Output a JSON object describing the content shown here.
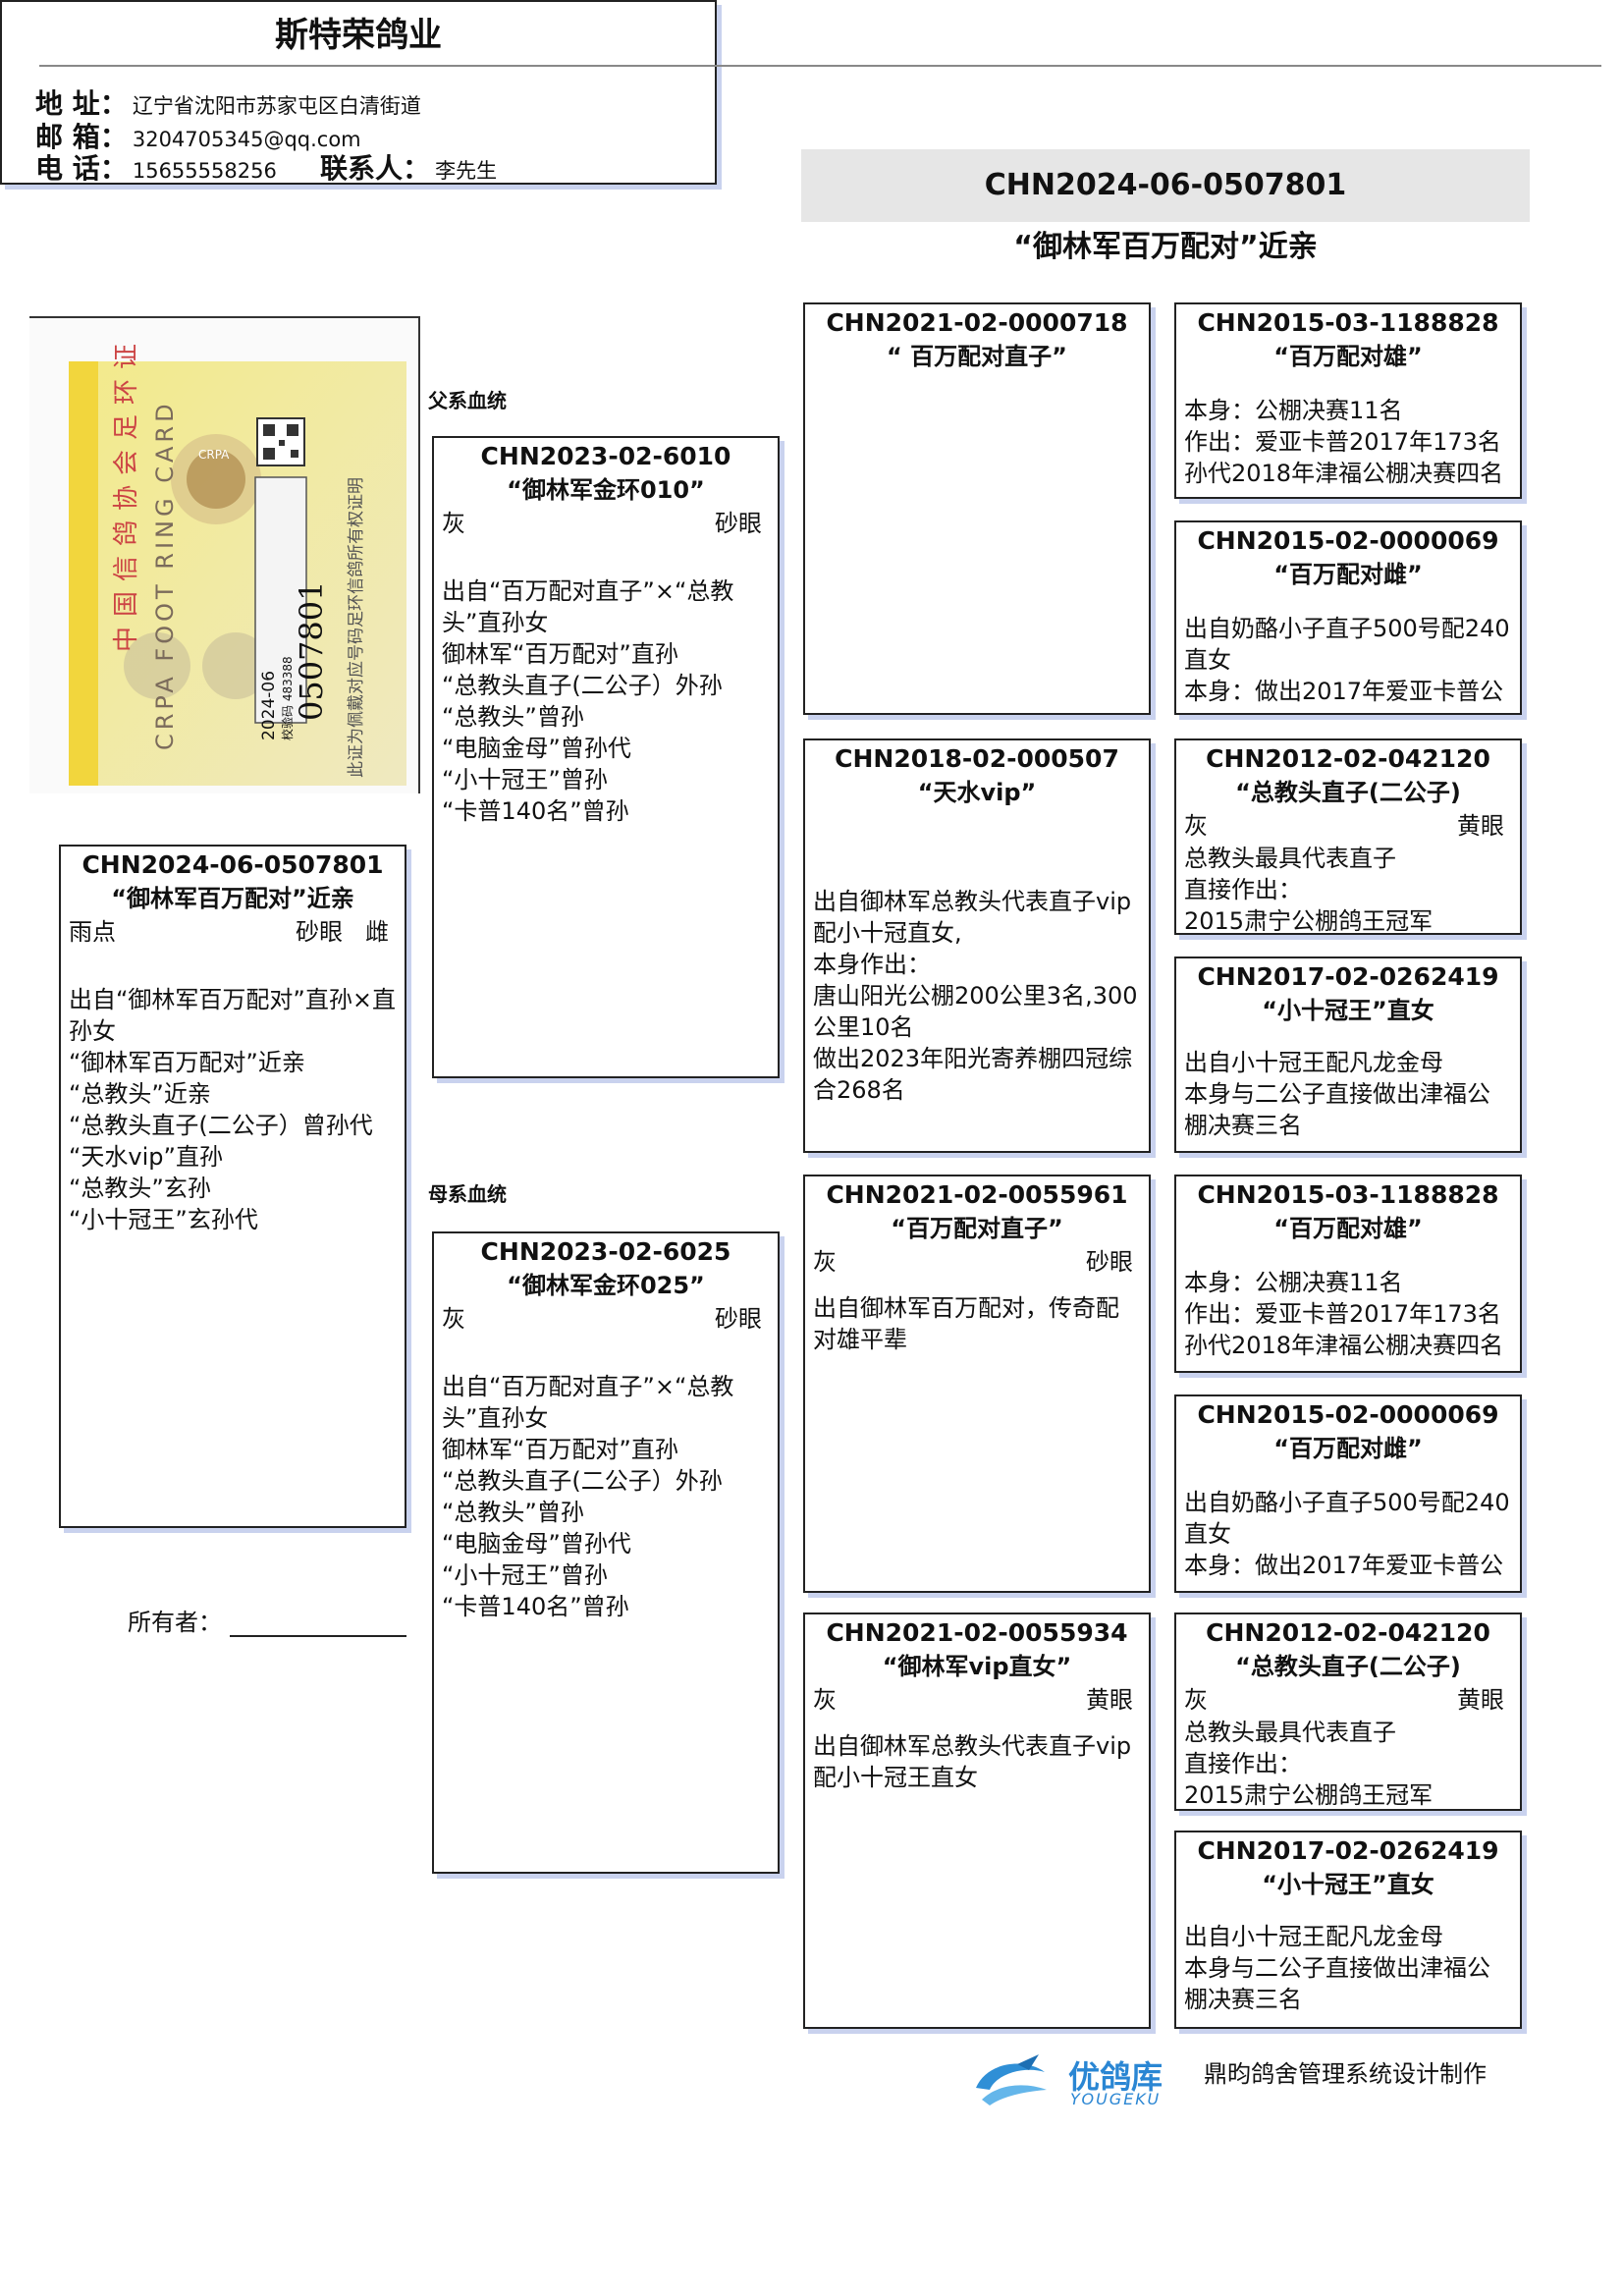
{
  "header": {
    "company": "斯特荣鸽业",
    "address_label": "地  址：",
    "address": "辽宁省沈阳市苏家屯区白清街道",
    "email_label": "邮  箱：",
    "email": "3204705345@qq.com",
    "phone_label": "电  话：",
    "phone": "15655558256",
    "contact_label": "联系人：",
    "contact": "李先生"
  },
  "subject_header": {
    "ring": "CHN2024-06-0507801",
    "name": "“御林军百万配对”近亲"
  },
  "ring_card": {
    "title_cn": "中国信鸽协会足环证",
    "title_en": "CRPA FOOT RING CARD",
    "year_code": "2024-06",
    "check_code": "校验码 483388",
    "serial": "0507801",
    "disclaimer": "此证为佩戴对应号码足环信鸽所有权证明",
    "logo_text": "CRPA"
  },
  "sections": {
    "sire": "父系血统",
    "dam": "母系血统"
  },
  "subject": {
    "ring": "CHN2024-06-0507801",
    "name": "“御林军百万配对”近亲",
    "color": "雨点",
    "eye": "砂眼",
    "sex": "雌",
    "notes": [
      "出自“御林军百万配对”直孙×直孙女",
      "“御林军百万配对”近亲",
      "“总教头”近亲",
      "“总教头直子(二公子）曾孙代",
      "“天水vip”直孙",
      "“总教头”玄孙",
      "“小十冠王”玄孙代"
    ]
  },
  "owner": {
    "label": "所有者："
  },
  "sire": {
    "ring": "CHN2023-02-6010",
    "name": "“御林军金环010”",
    "color": "灰",
    "eye": "砂眼",
    "notes": [
      "出自“百万配对直子”×“总教头”直孙女",
      "御林军“百万配对”直孙",
      "“总教头直子(二公子）外孙",
      "“总教头”曾孙",
      "“电脑金母”曾孙代",
      "“小十冠王”曾孙",
      "“卡普140名”曾孙"
    ]
  },
  "dam": {
    "ring": "CHN2023-02-6025",
    "name": "“御林军金环025”",
    "color": "灰",
    "eye": "砂眼",
    "notes": [
      "出自“百万配对直子”×“总教头”直孙女",
      "御林军“百万配对”直孙",
      "“总教头直子(二公子）外孙",
      "“总教头”曾孙",
      "“电脑金母”曾孙代",
      "“小十冠王”曾孙",
      "“卡普140名”曾孙"
    ]
  },
  "gp1": {
    "ring": "CHN2021-02-0000718",
    "name": "“ 百万配对直子”",
    "notes": []
  },
  "gp2": {
    "ring": "CHN2018-02-000507",
    "name": "“天水vip”",
    "notes": [
      "出自御林军总教头代表直子vip配小十冠直女,",
      "本身作出：",
      "唐山阳光公棚200公里3名,300公里10名",
      "做出2023年阳光寄养棚四冠综合268名"
    ]
  },
  "gp3": {
    "ring": "CHN2021-02-0055961",
    "name": "“百万配对直子”",
    "color": "灰",
    "eye": "砂眼",
    "notes": [
      "出自御林军百万配对，传奇配对雄平辈"
    ]
  },
  "gp4": {
    "ring": "CHN2021-02-0055934",
    "name": "“御林军vip直女”",
    "color": "灰",
    "eye": "黄眼",
    "notes": [
      "出自御林军总教头代表直子vip配小十冠王直女"
    ]
  },
  "ggp1": {
    "ring": "CHN2015-03-1188828",
    "name": "“百万配对雄”",
    "notes": [
      "本身：公棚决赛11名",
      "作出：爱亚卡普2017年173名",
      "孙代2018年津福公棚决赛四名"
    ]
  },
  "ggp2": {
    "ring": "CHN2015-02-0000069",
    "name": "“百万配对雌”",
    "notes": [
      "出自奶酪小子直子500号配240直女",
      "本身：做出2017年爱亚卡普公"
    ]
  },
  "ggp3": {
    "ring": "CHN2012-02-042120",
    "name": "“总教头直子(二公子)",
    "color": "灰",
    "eye": "黄眼",
    "notes": [
      "总教头最具代表直子",
      "直接作出：",
      "2015肃宁公棚鸽王冠军"
    ]
  },
  "ggp4": {
    "ring": "CHN2017-02-0262419",
    "name": "“小十冠王”直女",
    "notes": [
      "出自小十冠王配凡龙金母",
      "本身与二公子直接做出津福公棚决赛三名"
    ]
  },
  "ggp5": {
    "ring": "CHN2015-03-1188828",
    "name": "“百万配对雄”",
    "notes": [
      "本身：公棚决赛11名",
      "作出：爱亚卡普2017年173名",
      "孙代2018年津福公棚决赛四名"
    ]
  },
  "ggp6": {
    "ring": "CHN2015-02-0000069",
    "name": "“百万配对雌”",
    "notes": [
      "出自奶酪小子直子500号配240直女",
      "本身：做出2017年爱亚卡普公"
    ]
  },
  "ggp7": {
    "ring": "CHN2012-02-042120",
    "name": "“总教头直子(二公子)",
    "color": "灰",
    "eye": "黄眼",
    "notes": [
      "总教头最具代表直子",
      "直接作出：",
      "2015肃宁公棚鸽王冠军"
    ]
  },
  "ggp8": {
    "ring": "CHN2017-02-0262419",
    "name": "“小十冠王”直女",
    "notes": [
      "出自小十冠王配凡龙金母",
      "本身与二公子直接做出津福公棚决赛三名"
    ]
  },
  "footer": {
    "brand_cn": "优鸽库",
    "brand_en": "YOUGEKU",
    "credit": "鼎昀鸽舍管理系统设计制作"
  }
}
